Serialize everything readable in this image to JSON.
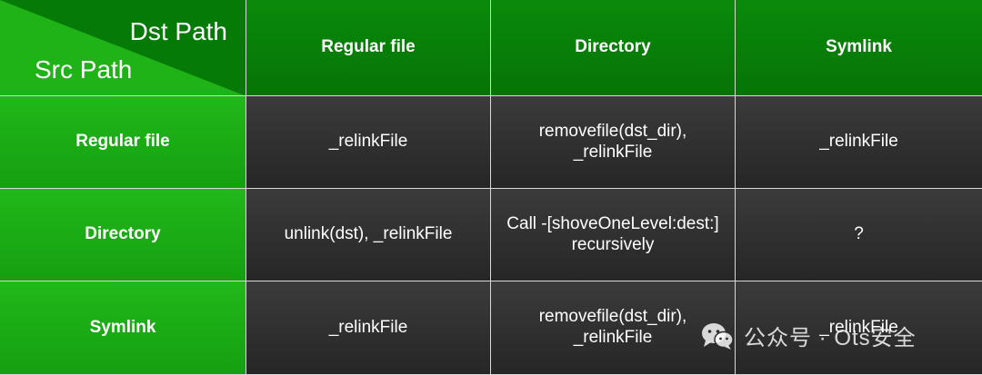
{
  "corner": {
    "dst_label": "Dst Path",
    "src_label": "Src Path"
  },
  "columns": [
    "Regular file",
    "Directory",
    "Symlink"
  ],
  "rows": [
    {
      "label": "Regular file",
      "cells": [
        "_relinkFile",
        "removefile(dst_dir),\n_relinkFile",
        "_relinkFile"
      ]
    },
    {
      "label": "Directory",
      "cells": [
        "unlink(dst), _relinkFile",
        "Call -[shoveOneLevel:dest:]\nrecursively",
        "?"
      ]
    },
    {
      "label": "Symlink",
      "cells": [
        "_relinkFile",
        "removefile(dst_dir),\n_relinkFile",
        "_relinkFile"
      ]
    }
  ],
  "watermark": {
    "icon": "wechat-icon",
    "text": "公众号 · Ots安全"
  },
  "colors": {
    "header_green": "#0a8a0a",
    "row_header_green": "#22b81a",
    "corner_light_green": "#22b81a",
    "body_dark": "#2e2e2e",
    "grid_line": "#d8d8d8"
  }
}
